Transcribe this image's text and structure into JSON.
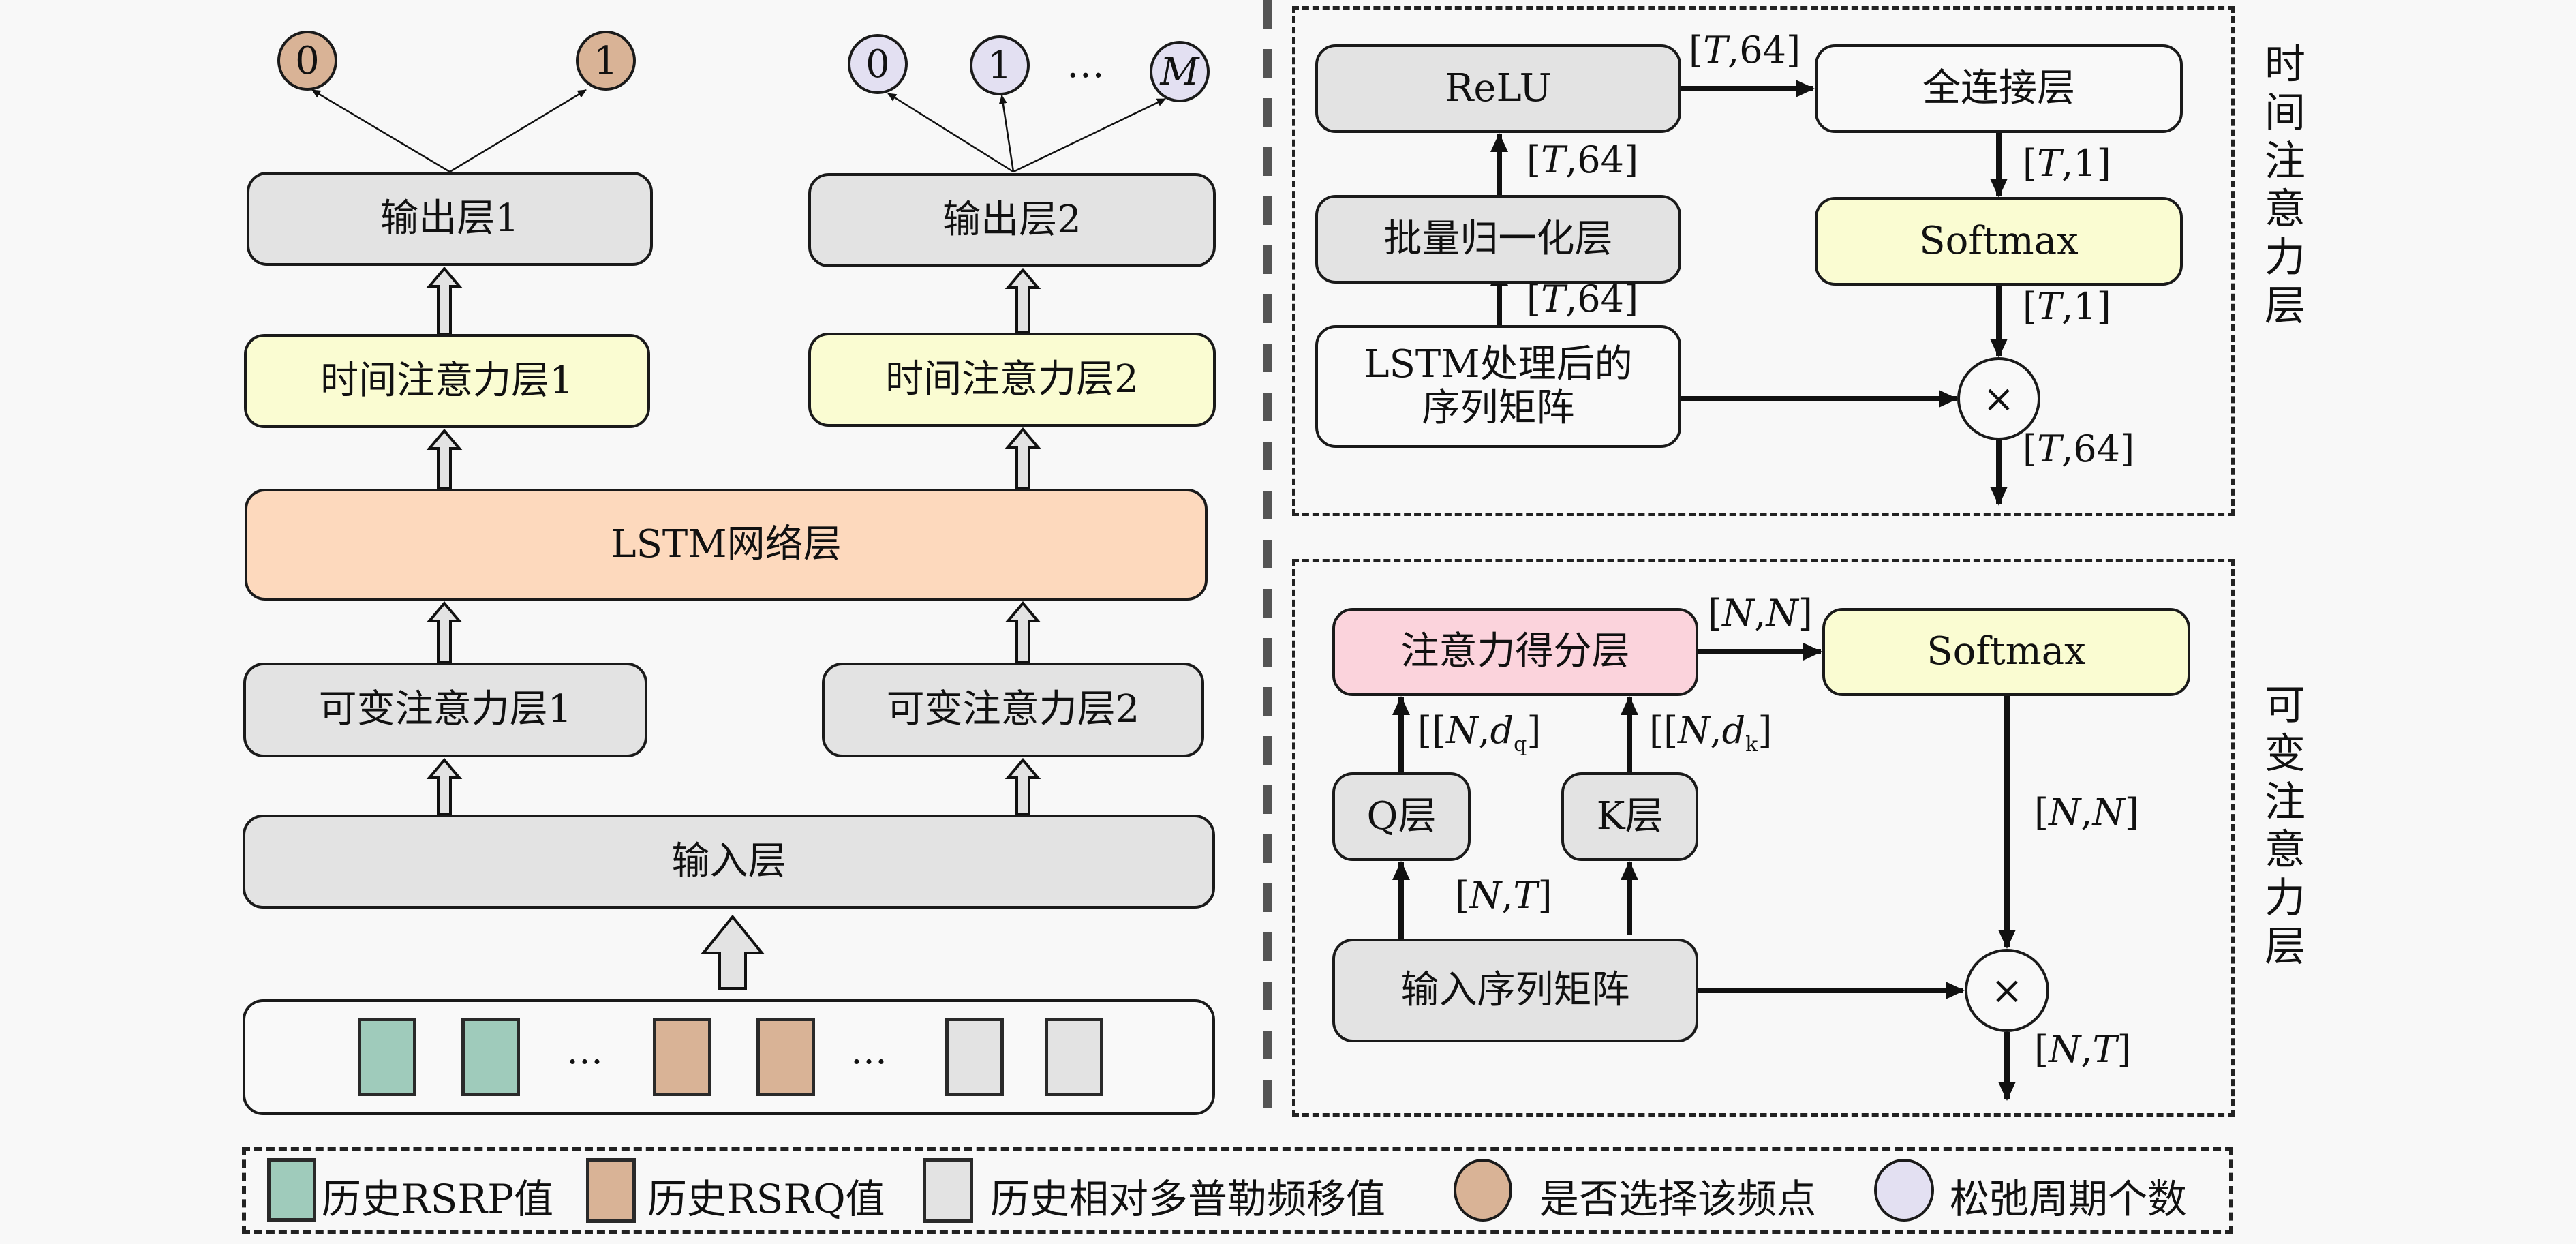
{
  "colors": {
    "rsrp": "#9fcbbb",
    "rsrq": "#d9b396",
    "doppler": "#e3e3e3",
    "select_node": "#d9b396",
    "relax_node": "#e3e0f2",
    "temporal_attention": "#fafcd2",
    "lstm": "#fdd9bd",
    "score_layer": "#fbd3dc",
    "gray_box": "#e3e3e3"
  },
  "left": {
    "output_nodes_1": [
      "0",
      "1"
    ],
    "output_nodes_2": [
      "0",
      "1",
      "…",
      "M"
    ],
    "output_layer_1": "输出层1",
    "output_layer_2": "输出层2",
    "temporal_attention_1": "时间注意力层1",
    "temporal_attention_2": "时间注意力层2",
    "lstm_layer": "LSTM网络层",
    "variable_attention_1": "可变注意力层1",
    "variable_attention_2": "可变注意力层2",
    "input_layer": "输入层",
    "feature_ellipsis": "…",
    "feature_sequence": [
      "rsrp",
      "rsrp",
      "ellipsis",
      "rsrq",
      "rsrq",
      "ellipsis",
      "doppler",
      "doppler"
    ]
  },
  "temporal_panel": {
    "title": "时间注意力层",
    "relu": "ReLU",
    "fully_connected": "全连接层",
    "batch_norm": "批量归一化层",
    "softmax": "Softmax",
    "lstm_output": "LSTM处理后的序列矩阵",
    "multiply": "×",
    "dims": {
      "relu_to_fc": "[T,64]",
      "bn_to_relu": "[T,64]",
      "lstm_to_bn": "[T,64]",
      "fc_to_softmax": "[T,1]",
      "softmax_to_mul": "[T,1]",
      "output": "[T,64]"
    }
  },
  "variable_panel": {
    "title": "可变注意力层",
    "score_layer": "注意力得分层",
    "softmax": "Softmax",
    "q_layer": "Q层",
    "k_layer": "K层",
    "input_matrix": "输入序列矩阵",
    "multiply": "×",
    "dims": {
      "score_to_softmax": "[N,N]",
      "q_to_score": "[[N,dq]",
      "k_to_score": "[[N,dk]",
      "input_to_qk": "[N,T]",
      "softmax_to_mul": "[N,N]",
      "output": "[N,T]"
    }
  },
  "legend": {
    "items": [
      {
        "label": "历史RSRP值",
        "swatch": "rect",
        "color_key": "rsrp"
      },
      {
        "label": "历史RSRQ值",
        "swatch": "rect",
        "color_key": "rsrq"
      },
      {
        "label": "历史相对多普勒频移值",
        "swatch": "rect",
        "color_key": "doppler"
      },
      {
        "label": "是否选择该频点",
        "swatch": "circle",
        "color_key": "select_node"
      },
      {
        "label": "松弛周期个数",
        "swatch": "circle",
        "color_key": "relax_node"
      }
    ]
  }
}
